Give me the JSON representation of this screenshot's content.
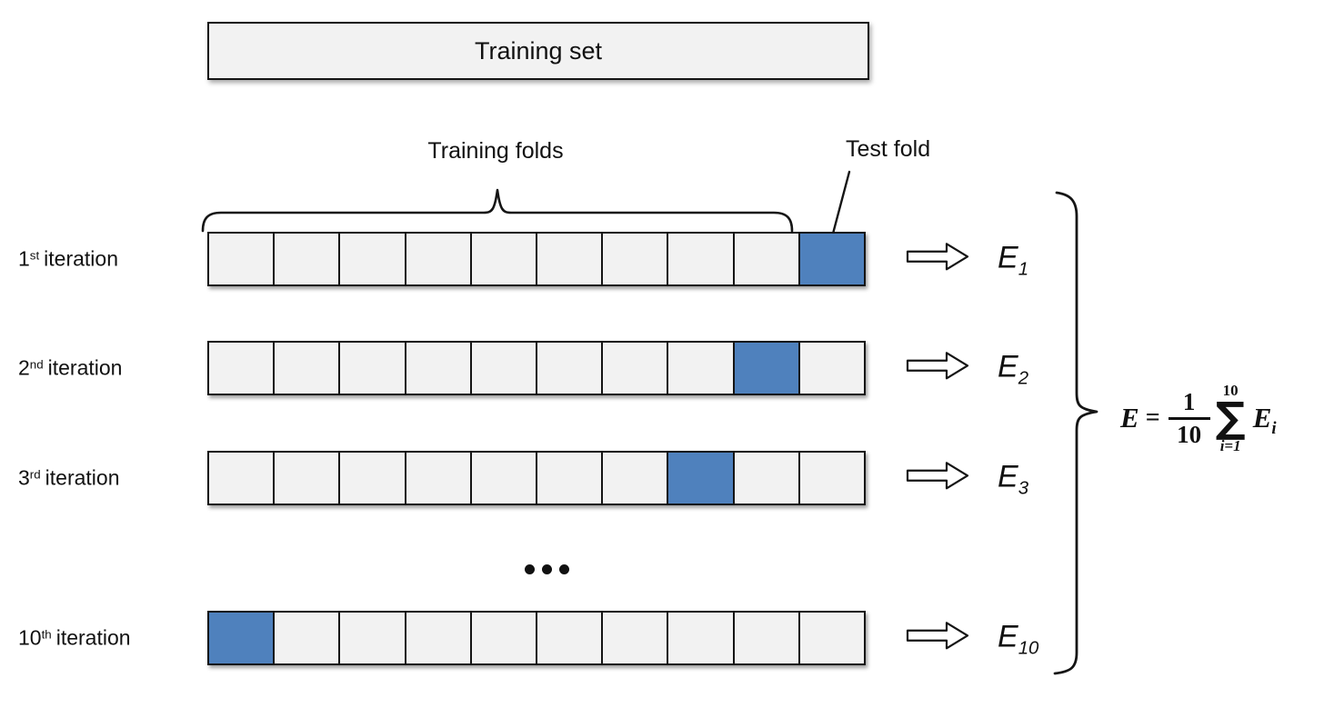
{
  "training_set": {
    "label": "Training set"
  },
  "annotations": {
    "training_folds": "Training folds",
    "test_fold": "Test fold"
  },
  "grid": {
    "num_folds": 10
  },
  "colors": {
    "fold_fill": "#f2f2f2",
    "test_fold_fill": "#4f81bd",
    "stroke": "#151515"
  },
  "rows": [
    {
      "ordinal": "1",
      "ordinal_suffix": "st",
      "label_text": "iteration",
      "test_fold_index": 9,
      "error_label": "E",
      "error_subscript": "1"
    },
    {
      "ordinal": "2",
      "ordinal_suffix": "nd",
      "label_text": "iteration",
      "test_fold_index": 8,
      "error_label": "E",
      "error_subscript": "2"
    },
    {
      "ordinal": "3",
      "ordinal_suffix": "rd",
      "label_text": "iteration",
      "test_fold_index": 7,
      "error_label": "E",
      "error_subscript": "3"
    },
    {
      "ordinal": "10",
      "ordinal_suffix": "th",
      "label_text": "iteration",
      "test_fold_index": 0,
      "error_label": "E",
      "error_subscript": "10"
    }
  ],
  "formula": {
    "lhs": "E",
    "equals": "=",
    "fraction_numerator": "1",
    "fraction_denominator": "10",
    "sum_symbol": "∑",
    "sum_upper_limit": "10",
    "sum_lower_limit": "i=1",
    "term_base": "E",
    "term_subscript": "i"
  }
}
